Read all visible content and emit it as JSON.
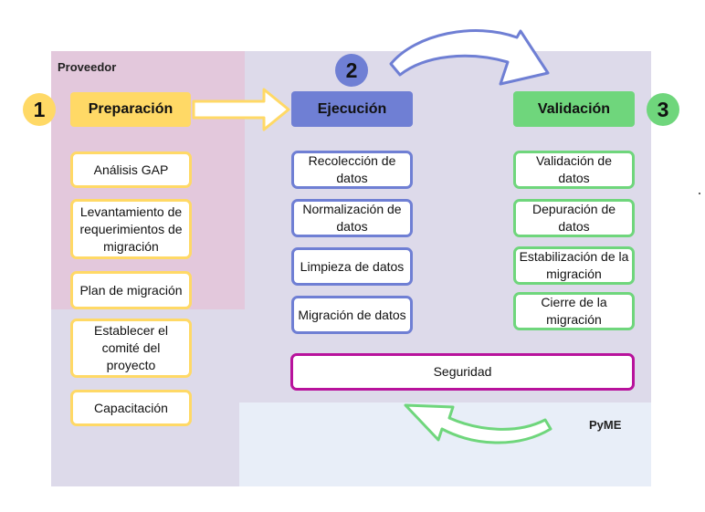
{
  "zones": {
    "proveedor": "Proveedor",
    "pyme": "PyME"
  },
  "colors": {
    "preparacion": "#ffd966",
    "ejecucion": "#6f7fd4",
    "validacion": "#6fd67c",
    "seguridad": "#b8129c",
    "proveedor_bg": "#e3c8dc",
    "common_bg": "#dddaea",
    "pyme_bg": "#e8eef8"
  },
  "phases": [
    {
      "number": "1",
      "title": "Preparación",
      "items": [
        "Análisis GAP",
        "Levantamiento de requerimientos de migración",
        "Plan de migración",
        "Establecer el comité del proyecto",
        "Capacitación"
      ]
    },
    {
      "number": "2",
      "title": "Ejecución",
      "items": [
        "Recolección de datos",
        "Normalización de datos",
        "Limpieza de datos",
        "Migración de datos"
      ]
    },
    {
      "number": "3",
      "title": "Validación",
      "items": [
        "Validación de datos",
        "Depuración de datos",
        "Estabilización de la migración",
        "Cierre de la migración"
      ]
    }
  ],
  "security": "Seguridad",
  "icons": [
    "arrow-right-icon",
    "curved-arrow-top-icon",
    "curved-arrow-bottom-icon"
  ]
}
